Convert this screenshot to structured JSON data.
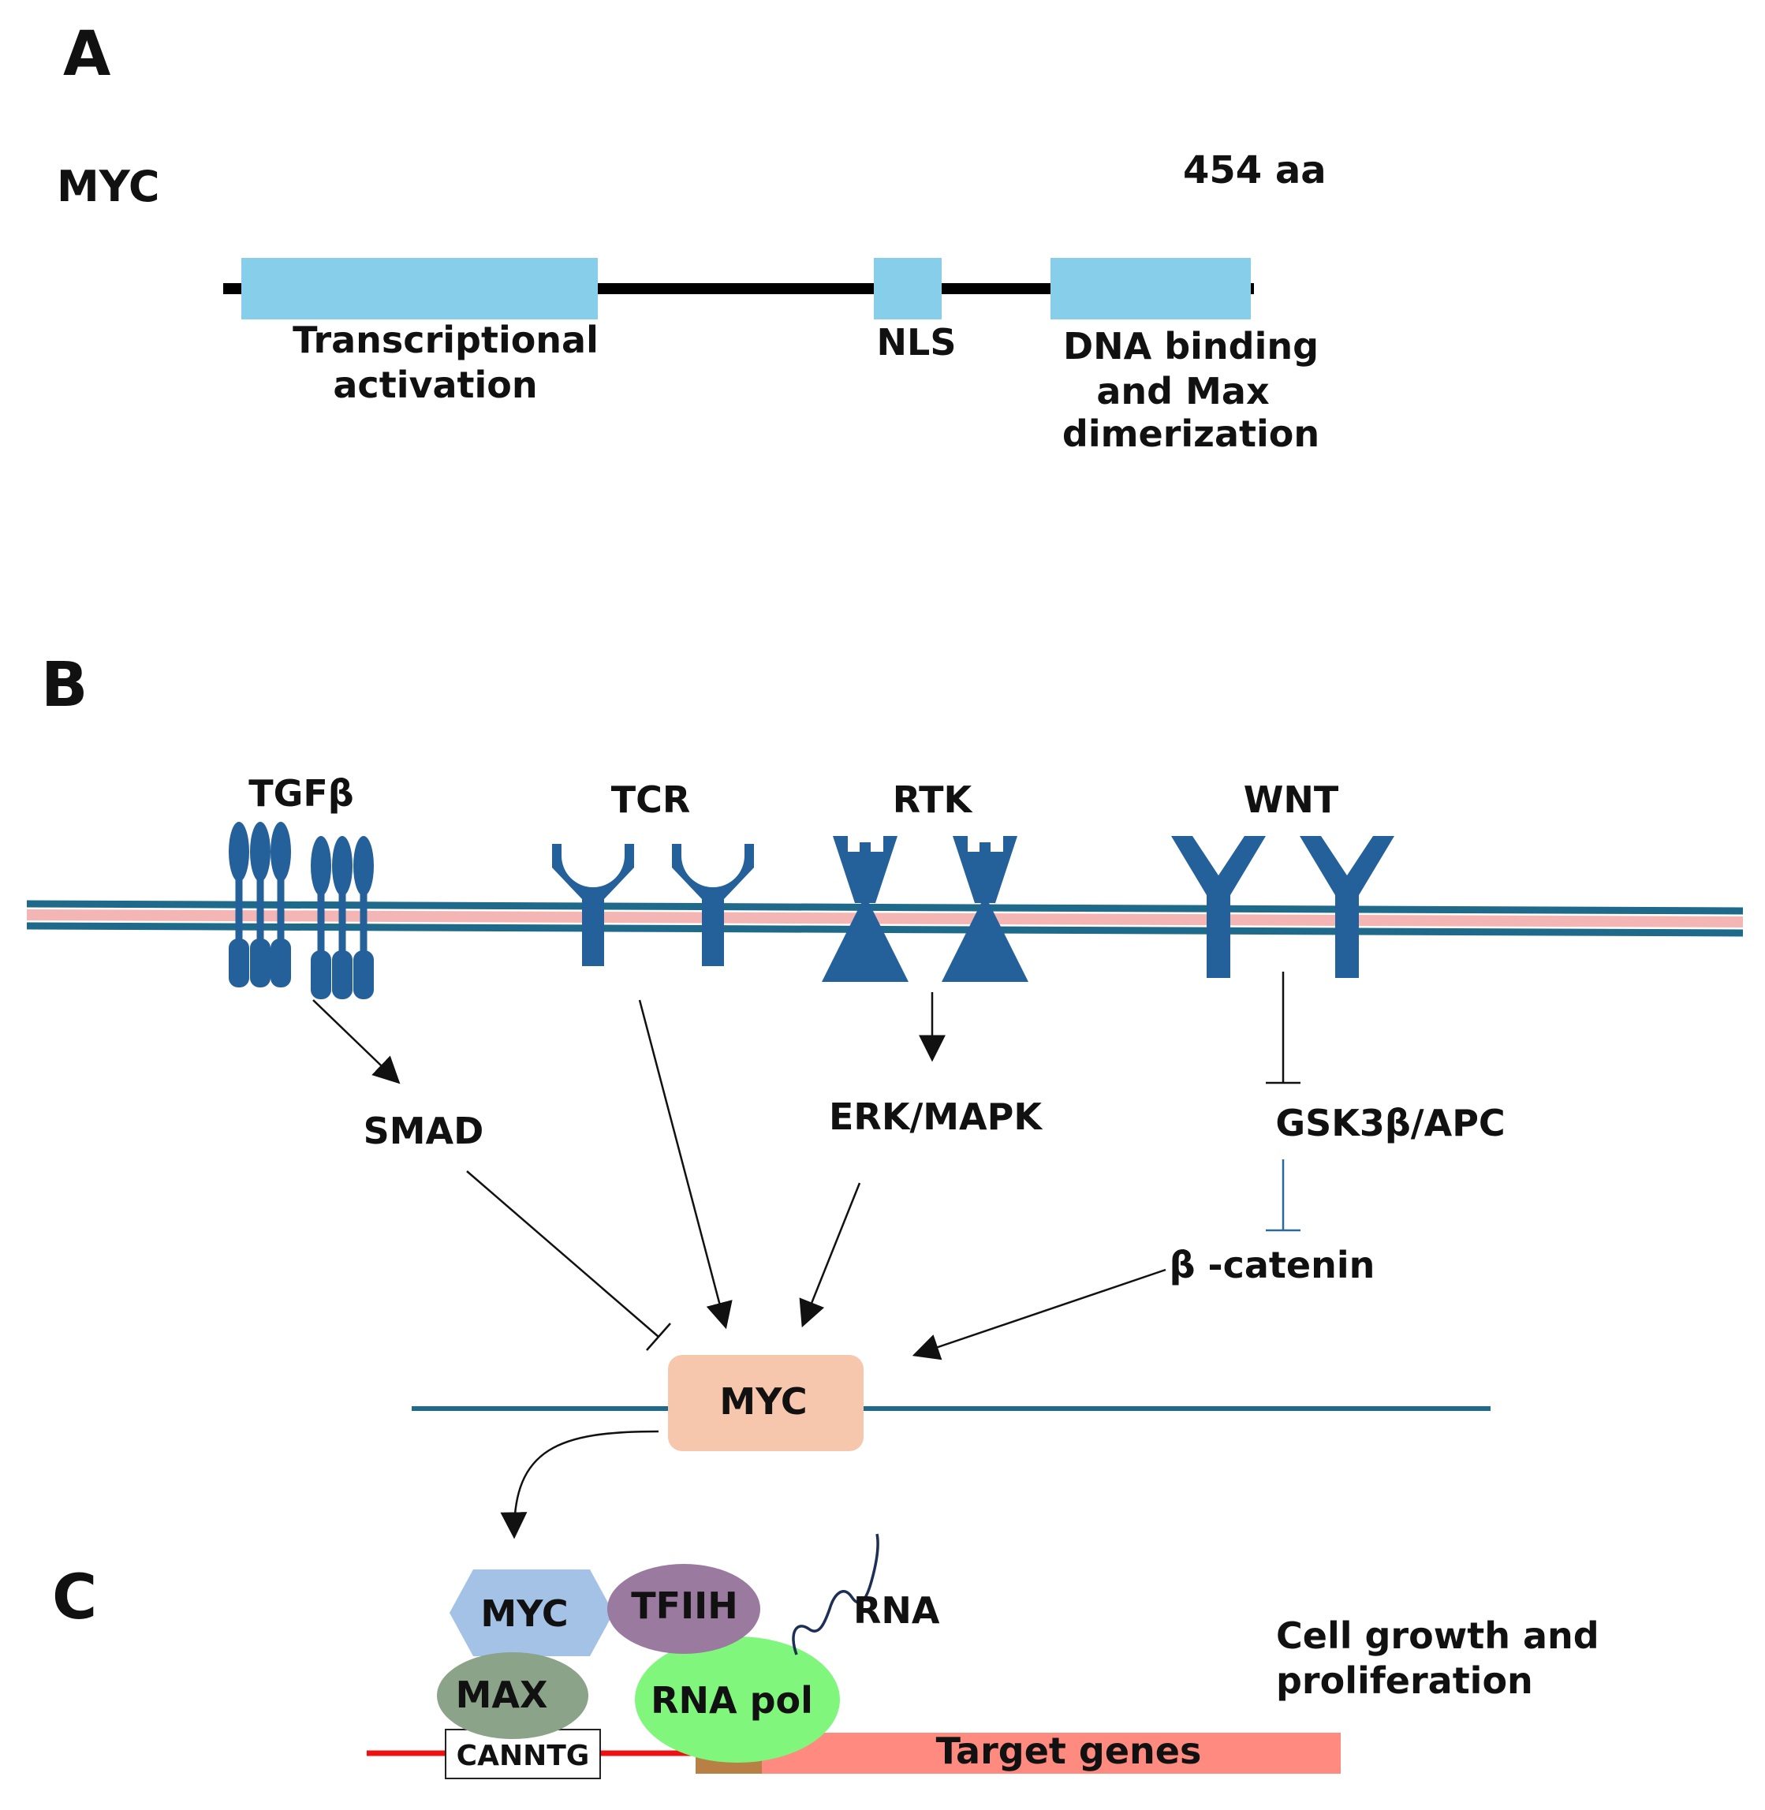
{
  "panels": {
    "a": "A",
    "b": "B",
    "c": "C"
  },
  "panel_a": {
    "protein_name": "MYC",
    "length_label": "454 aa",
    "domains": [
      {
        "line1": "Transcriptional",
        "line2": "activation"
      },
      {
        "line1": "NLS"
      },
      {
        "line1": "DNA binding",
        "line2": "and Max",
        "line3": "dimerization"
      }
    ]
  },
  "panel_b": {
    "receptors": {
      "tgfb": "TGFβ",
      "tcr": "TCR",
      "rtk": "RTK",
      "wnt": "WNT"
    },
    "mediators": {
      "smad": "SMAD",
      "erk": "ERK/MAPK",
      "gsk": "GSK3β/APC",
      "catenin": "β -catenin"
    },
    "gene": "MYC"
  },
  "panel_c": {
    "myc": "MYC",
    "tfiih": "TFIIH",
    "max": "MAX",
    "rna_pol": "RNA pol",
    "rna": "RNA",
    "ebox": "CANNTG",
    "targets": "Target genes",
    "outcome_line1": "Cell growth and",
    "outcome_line2": "proliferation"
  },
  "colors": {
    "domain_blue": "#87ceeb",
    "receptor_blue": "#24609a",
    "membrane_teal": "#1f6a8a",
    "membrane_pink": "#f4b6b4",
    "myc_box": "#f6c6ad",
    "myc_hexagon": "#a4c2e6",
    "tfiih": "#9a7a9e",
    "max": "#8ba388",
    "rna_pol": "#80f77c",
    "target_red": "#ff8a80",
    "promoter_brown": "#b88044",
    "dna_red": "#ee1111"
  }
}
